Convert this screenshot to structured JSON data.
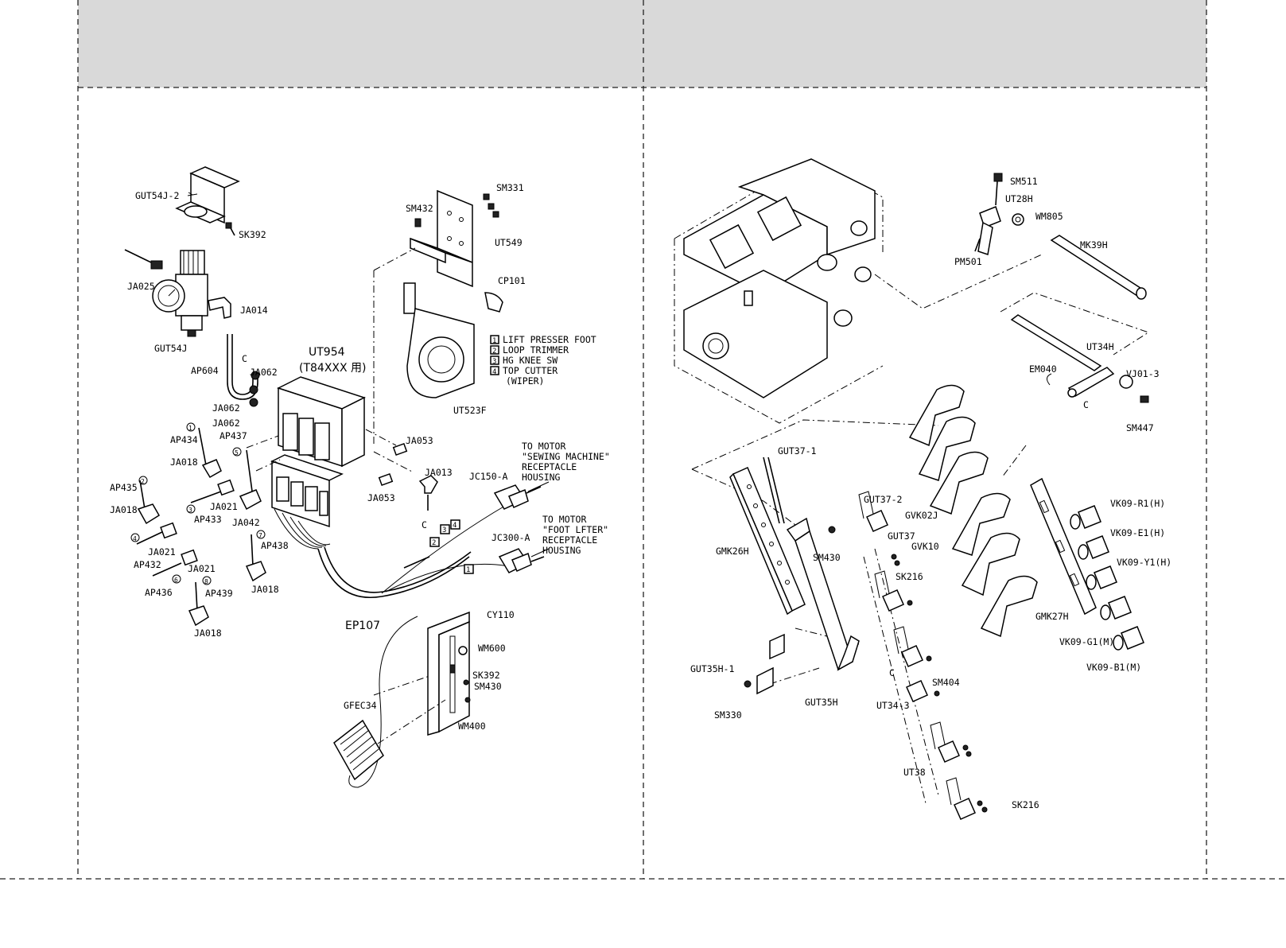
{
  "left_panel": {
    "labels": {
      "gut54j_2": "GUT54J-2",
      "sk392_top": "SK392",
      "ja025": "JA025",
      "ja014": "JA014",
      "gut54j": "GUT54J",
      "ap604": "AP604",
      "c_hose": "C",
      "ja062_a": "JA062",
      "ja062_b": "JA062",
      "ja062_c": "JA062",
      "ut954": "UT954",
      "ut954_sub": "(T84XXX 用)",
      "sm432": "SM432",
      "sm331": "SM331",
      "ut549": "UT549",
      "cp101": "CP101",
      "ut523f": "UT523F",
      "ap434": "AP434",
      "ap437": "AP437",
      "ja018_a": "JA018",
      "ap435": "AP435",
      "ja018_b": "JA018",
      "ap433": "AP433",
      "ja021_a": "JA021",
      "ja042": "JA042",
      "ja053_a": "JA053",
      "ja053_b": "JA053",
      "ja013": "JA013",
      "c_valve": "C",
      "ja021_b": "JA021",
      "ap432": "AP432",
      "ja021_c": "JA021",
      "ap436": "AP436",
      "ap438": "AP438",
      "ja018_c": "JA018",
      "ap439": "AP439",
      "ja018_d": "JA018",
      "jc150a": "JC150-A",
      "jc300a": "JC300-A",
      "ep107": "EP107",
      "cy110": "CY110",
      "wm600": "WM600",
      "sk392_b": "SK392",
      "sm430_b": "SM430",
      "gfec34": "GFEC34",
      "wm400": "WM400",
      "n1": "1",
      "n2": "2",
      "n3": "3",
      "n4": "4",
      "c1": "1",
      "c2": "2",
      "c3": "3",
      "c4": "4",
      "c5": "5",
      "c6": "6",
      "c7": "7",
      "c8": "8"
    },
    "legend": [
      {
        "num": "1",
        "text": "LIFT PRESSER FOOT"
      },
      {
        "num": "2",
        "text": "LOOP TRIMMER"
      },
      {
        "num": "3",
        "text": "HG KNEE SW"
      },
      {
        "num": "4",
        "text": "TOP CUTTER"
      }
    ],
    "legend_extra": "(WIPER)",
    "motor_note_1": [
      "TO MOTOR",
      "\"SEWING MACHINE\"",
      "RECEPTACLE",
      "HOUSING"
    ],
    "motor_note_2": [
      "TO MOTOR",
      "\"FOOT LFTER\"",
      "RECEPTACLE",
      "HOUSING"
    ]
  },
  "right_panel": {
    "labels": {
      "sm511": "SM511",
      "ut28h": "UT28H",
      "wm805": "WM805",
      "mk39h": "MK39H",
      "pm501": "PM501",
      "ut34h": "UT34H",
      "em040": "EM040",
      "vj01_3": "VJ01-3",
      "c_ut34": "C",
      "sm447": "SM447",
      "gut37_1": "GUT37-1",
      "gut37_2": "GUT37-2",
      "gvk02j": "GVK02J",
      "gut37": "GUT37",
      "gvk10": "GVK10",
      "gmk26h": "GMK26H",
      "sm430": "SM430",
      "sk216_a": "SK216",
      "vk09_r1": "VK09-R1(H)",
      "vk09_e1": "VK09-E1(H)",
      "vk09_y1": "VK09-Y1(H)",
      "gmk27h": "GMK27H",
      "vk09_g1": "VK09-G1(M)",
      "vk09_b1": "VK09-B1(M)",
      "gut35h_1": "GUT35H-1",
      "sm330": "SM330",
      "gut35h": "GUT35H",
      "c_ut343": "C",
      "sm404": "SM404",
      "ut34_3": "UT34-3",
      "ut38": "UT38",
      "sk216_b": "SK216"
    }
  }
}
